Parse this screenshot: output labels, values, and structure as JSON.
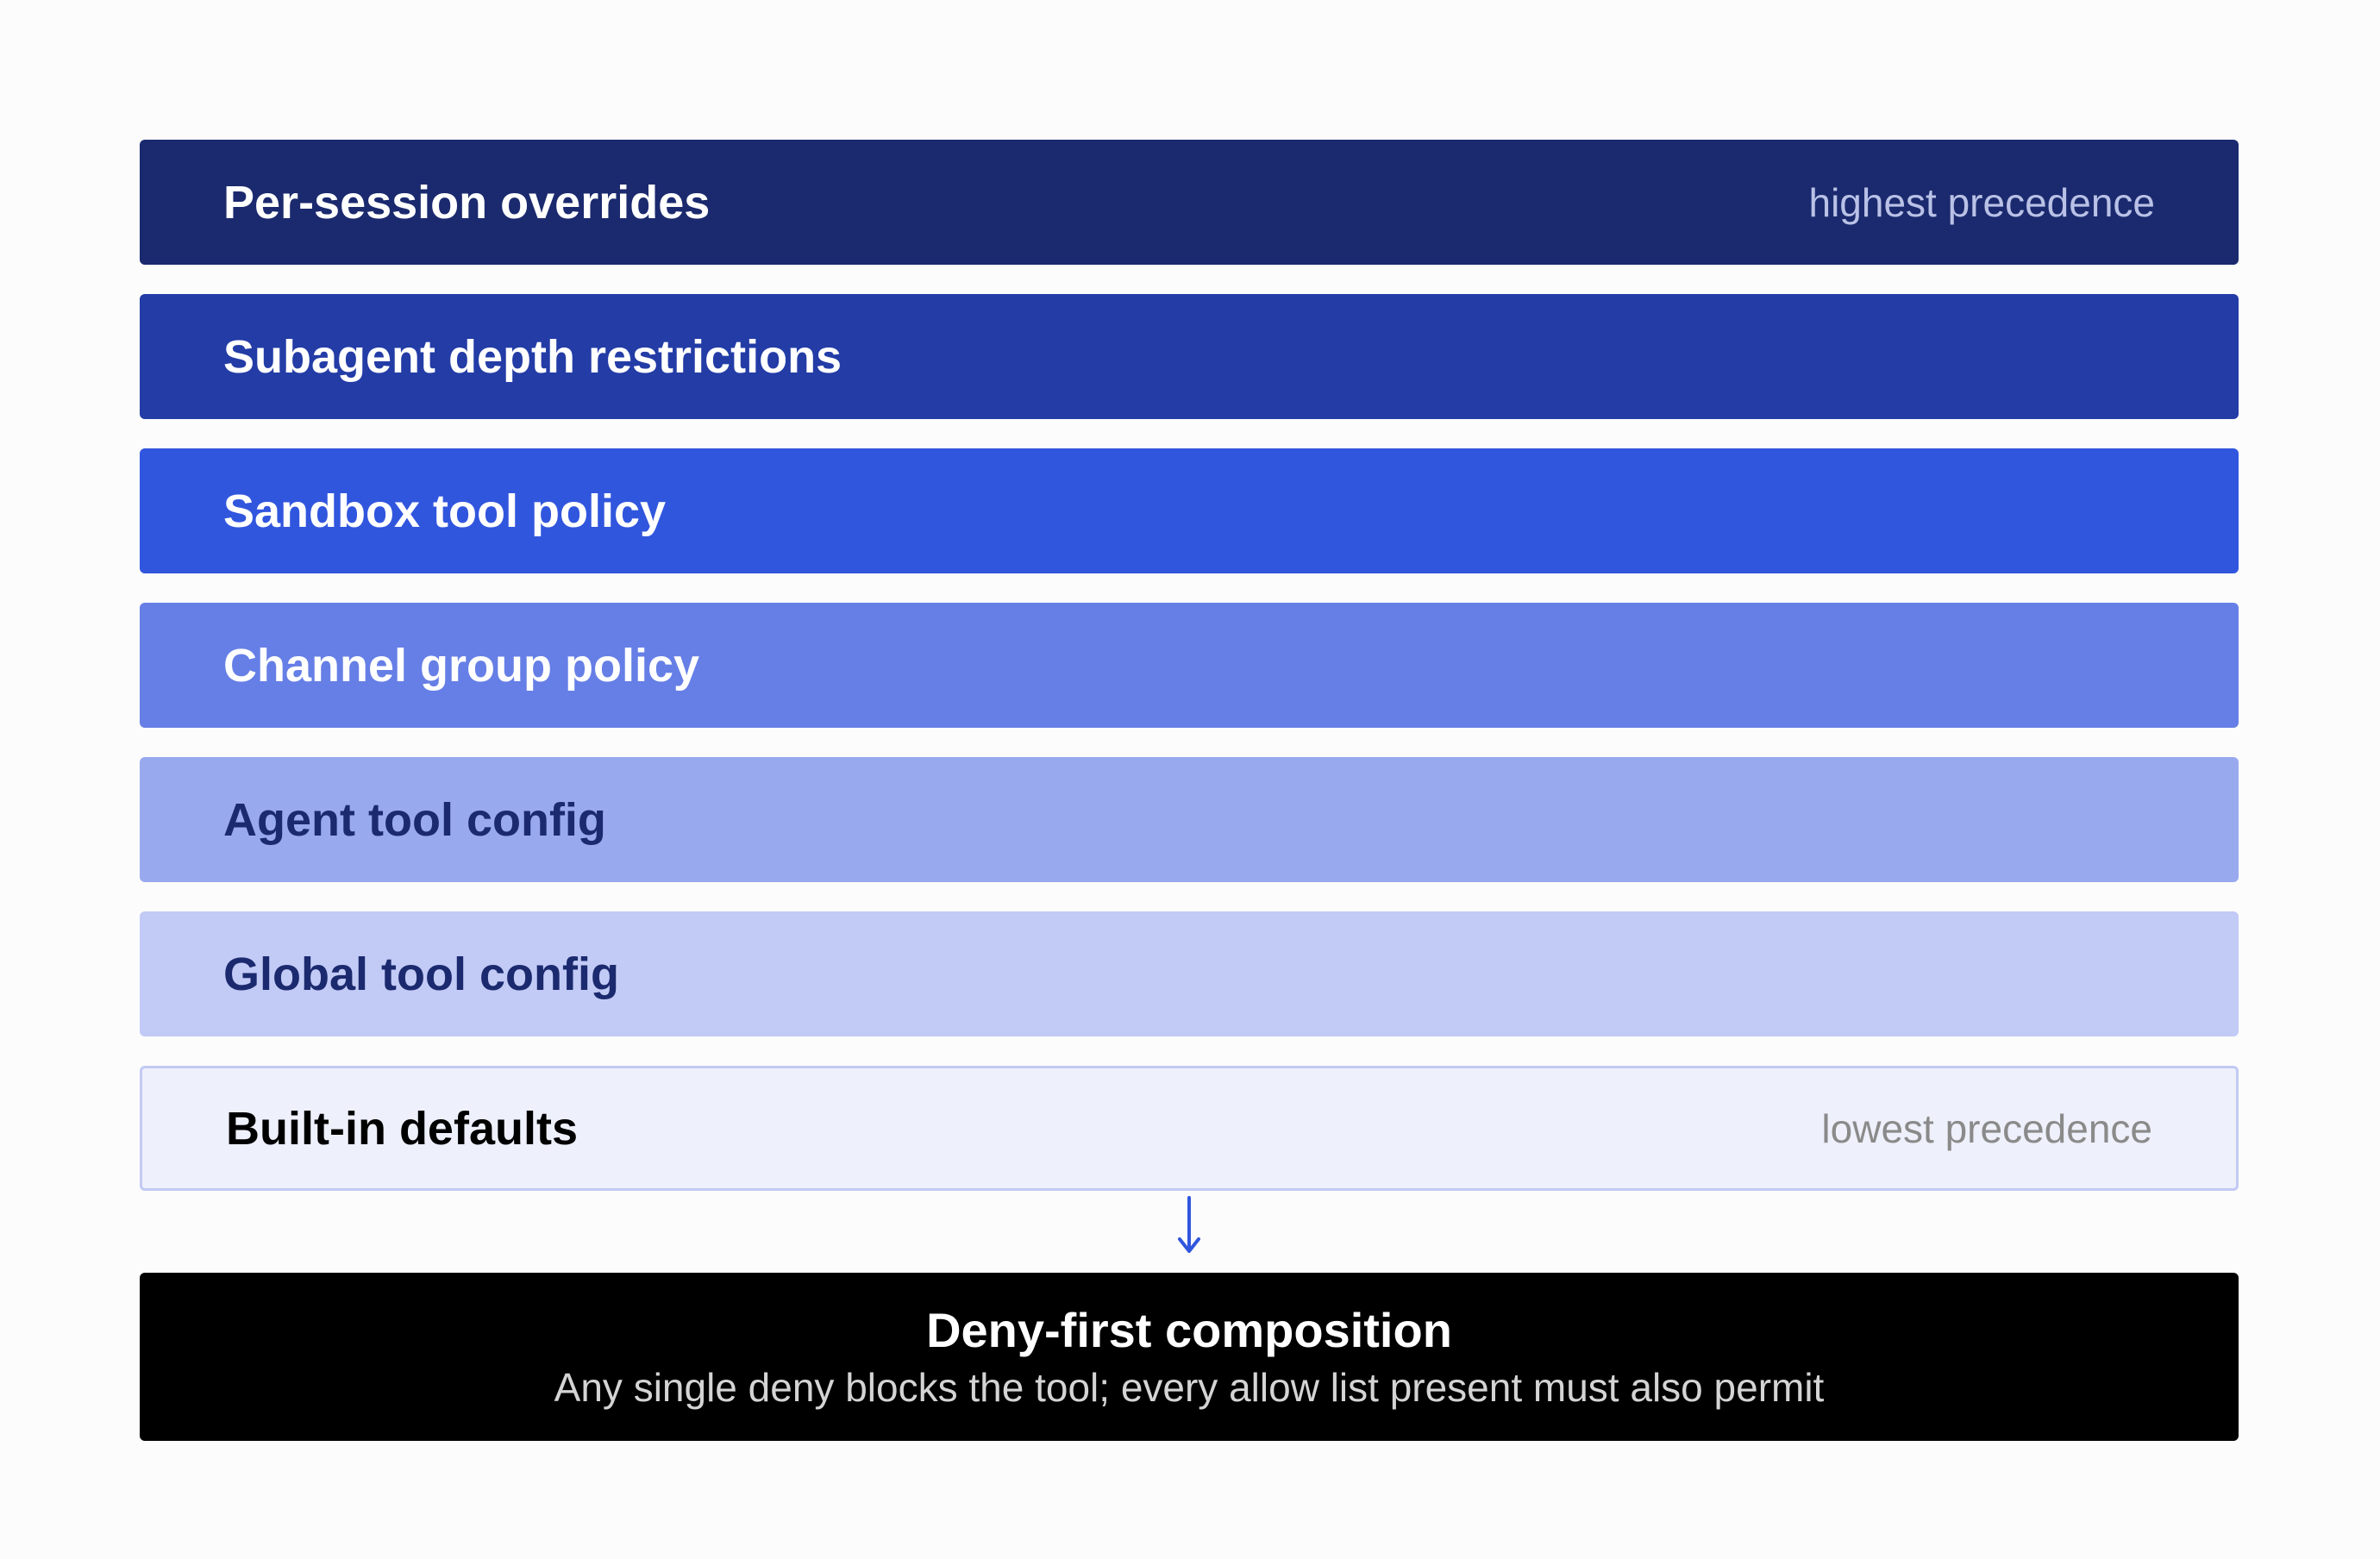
{
  "layers": [
    {
      "title": "Per-session overrides",
      "note": "highest precedence",
      "bg": "#1b2a6e",
      "text_color": "#ffffff",
      "note_color": "#b9c1e6"
    },
    {
      "title": "Subagent depth restrictions",
      "note": "",
      "bg": "#233ca6",
      "text_color": "#ffffff",
      "note_color": "#ffffff"
    },
    {
      "title": "Sandbox tool policy",
      "note": "",
      "bg": "#3156de",
      "text_color": "#ffffff",
      "note_color": "#ffffff"
    },
    {
      "title": "Channel group policy",
      "note": "",
      "bg": "#667fe6",
      "text_color": "#ffffff",
      "note_color": "#ffffff"
    },
    {
      "title": "Agent tool config",
      "note": "",
      "bg": "#98a9ee",
      "text_color": "#1b2a6e",
      "note_color": "#1b2a6e"
    },
    {
      "title": "Global tool config",
      "note": "",
      "bg": "#c2caf6",
      "text_color": "#1b2a6e",
      "note_color": "#1b2a6e"
    },
    {
      "title": "Built-in defaults",
      "note": "lowest precedence",
      "bg": "#eef0fb",
      "text_color": "#000000",
      "note_color": "#8a8a8a",
      "bordered": true
    }
  ],
  "arrow": {
    "icon": "arrow-down-icon",
    "color": "#3156de"
  },
  "result": {
    "title": "Deny-first composition",
    "subtitle": "Any single deny blocks the tool; every allow list present must also permit"
  }
}
